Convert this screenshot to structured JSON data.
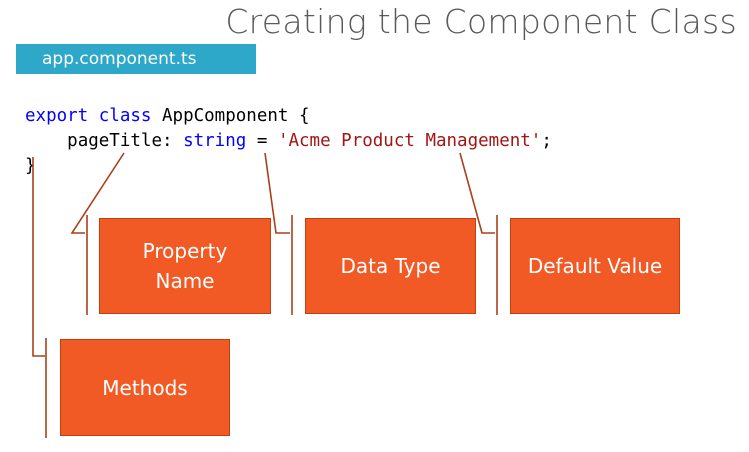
{
  "slide": {
    "title": "Creating the Component Class",
    "file_tab": "app.component.ts"
  },
  "code": {
    "line1": {
      "keyword_export": "export",
      "keyword_class": "class",
      "class_name": "AppComponent",
      "open_brace": "{"
    },
    "line2": {
      "property": "pageTitle",
      "colon": ":",
      "type": "string",
      "equals": "=",
      "value": "'Acme Product Management'",
      "semicolon": ";"
    },
    "line3": {
      "close_brace": "}"
    }
  },
  "callouts": {
    "property_name": "Property Name",
    "data_type": "Data Type",
    "default_value": "Default Value",
    "methods": "Methods"
  },
  "colors": {
    "accent": "#f15a24",
    "tab": "#2ea8c9",
    "keyword": "#0000ff",
    "string": "#a31515",
    "connector": "#a8401a"
  }
}
